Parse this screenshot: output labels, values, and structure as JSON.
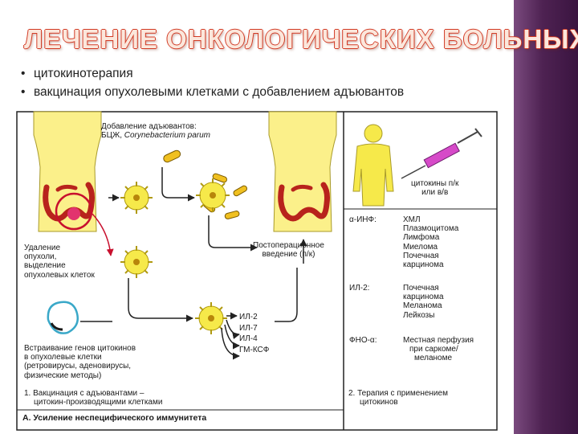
{
  "slide": {
    "title": "ЛЕЧЕНИЕ ОНКОЛОГИЧЕСКИХ БОЛЬНЫХ",
    "bullets": [
      "цитокинотерапия",
      "вакцинация опухолевыми клетками с добавлением адъювантов"
    ],
    "accent_color": "#d23a24",
    "sidebar_color": "#4e2252"
  },
  "figure": {
    "adjuvants_line1": "Добавление адъювантов:",
    "adjuvants_line2a": "БЦЖ, ",
    "adjuvants_line2b": "Corynebacterium parum",
    "removal": [
      "Удаление",
      "опухоли,",
      "выделение",
      "опухолевых клеток"
    ],
    "postop": [
      "Постоперационное",
      "введение (п/к)"
    ],
    "cytokine_list": [
      "ИЛ-2",
      "ИЛ-7",
      "ИЛ-4",
      "ГМ-КСФ"
    ],
    "gene_insert": [
      "Встраивание генов цитокинов",
      "в опухолевые клетки",
      "(ретровирусы, аденовирусы,",
      "физические методы)"
    ],
    "caption1": [
      "1. Вакцинация с адъювантами –",
      "цитокин-производящими клетками"
    ],
    "section_a": "А. Усиление неспецифического иммунитета",
    "injection": [
      "цитокины п/к",
      "или в/в"
    ],
    "therapy": [
      {
        "drug": "α-ИНФ:",
        "targets": [
          "ХМЛ",
          "Плазмоцитома",
          "Лимфома",
          "Миелома",
          "Почечная",
          "карцинома"
        ]
      },
      {
        "drug": "ИЛ-2:",
        "targets": [
          "Почечная",
          "карцинома",
          "Меланома",
          "Лейкозы"
        ]
      },
      {
        "drug": "ФНО-α:",
        "targets": [
          "Местная перфузия",
          "при саркоме/",
          "меланоме"
        ]
      }
    ],
    "caption2": [
      "2. Терапия с применением",
      "цитокинов"
    ]
  }
}
